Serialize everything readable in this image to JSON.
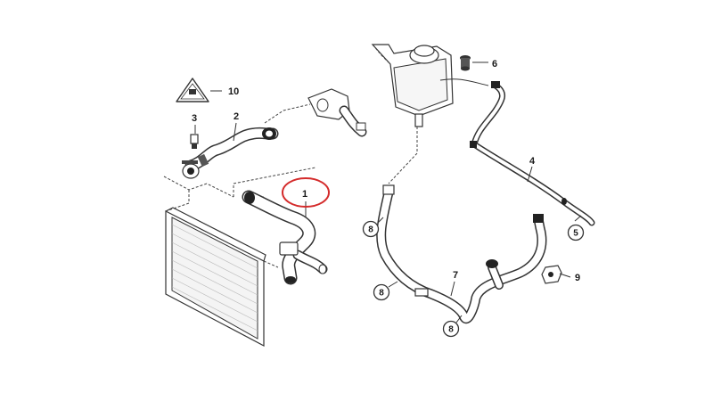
{
  "callouts": {
    "c1": "1",
    "c2": "2",
    "c3": "3",
    "c4": "4",
    "c5": "5",
    "c6": "6",
    "c7": "7",
    "c8a": "8",
    "c8b": "8",
    "c8c": "8",
    "c9": "9",
    "c10": "10"
  },
  "colors": {
    "highlight_circle": "#d42b2b",
    "line": "#333333"
  }
}
